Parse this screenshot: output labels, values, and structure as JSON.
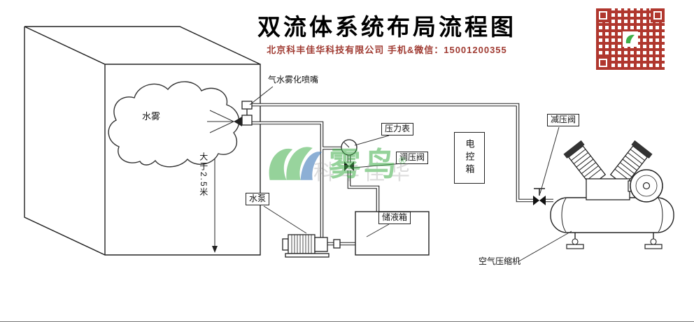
{
  "header": {
    "title": "双流体系统布局流程图",
    "subtitle": "北京科丰佳华科技有限公司 手机&微信：15001200355"
  },
  "watermark": {
    "brand": "雾鸟",
    "reg": "®",
    "company": "科丰佳华"
  },
  "labels": {
    "nozzle": "气水雾化喷嘴",
    "mist": "水雾",
    "min_height": "大于2.5米",
    "pressure_gauge": "压力表",
    "regulating_valve": "调压阀",
    "control_box": "电控箱",
    "water_pump": "水泵",
    "liquid_tank": "储液箱",
    "reducing_valve": "减压阀",
    "air_compressor": "空气压缩机"
  },
  "colors": {
    "line": "#222222",
    "subtitle_red": "#a03b32",
    "qr_red": "#b0372e",
    "watermark_green": "#3fae49",
    "watermark_blue": "#2f6fb3"
  }
}
